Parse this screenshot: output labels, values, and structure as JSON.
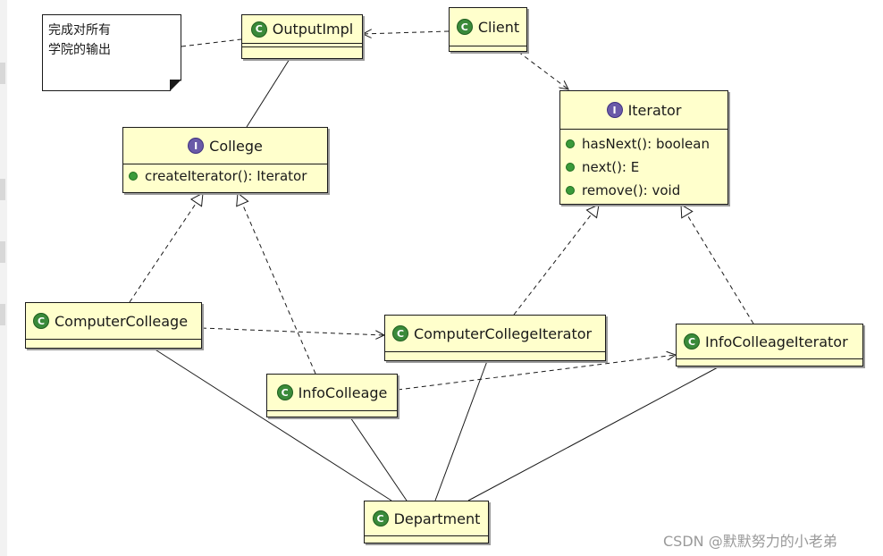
{
  "note": {
    "text": "完成对所有\n学院的输出"
  },
  "classes": {
    "output_impl": {
      "name": "OutputImpl",
      "stereotype": "C"
    },
    "client": {
      "name": "Client",
      "stereotype": "C"
    },
    "college": {
      "name": "College",
      "stereotype": "I",
      "methods": [
        "createIterator(): Iterator"
      ]
    },
    "iterator": {
      "name": "Iterator",
      "stereotype": "I",
      "methods": [
        "hasNext(): boolean",
        "next(): E",
        "remove(): void"
      ]
    },
    "computer_colleage": {
      "name": "ComputerColleage",
      "stereotype": "C"
    },
    "computer_college_iterator": {
      "name": "ComputerCollegeIterator",
      "stereotype": "C"
    },
    "info_colleage_iterator": {
      "name": "InfoColleageIterator",
      "stereotype": "C"
    },
    "info_colleage": {
      "name": "InfoColleage",
      "stereotype": "C"
    },
    "department": {
      "name": "Department",
      "stereotype": "C"
    }
  },
  "watermark": "CSDN @默默努力的小老弟",
  "colors": {
    "class_fill": "#ffffcc",
    "class_icon": "#3a8a3a",
    "interface_icon": "#6a5aa8",
    "line": "#1a1a1a"
  }
}
